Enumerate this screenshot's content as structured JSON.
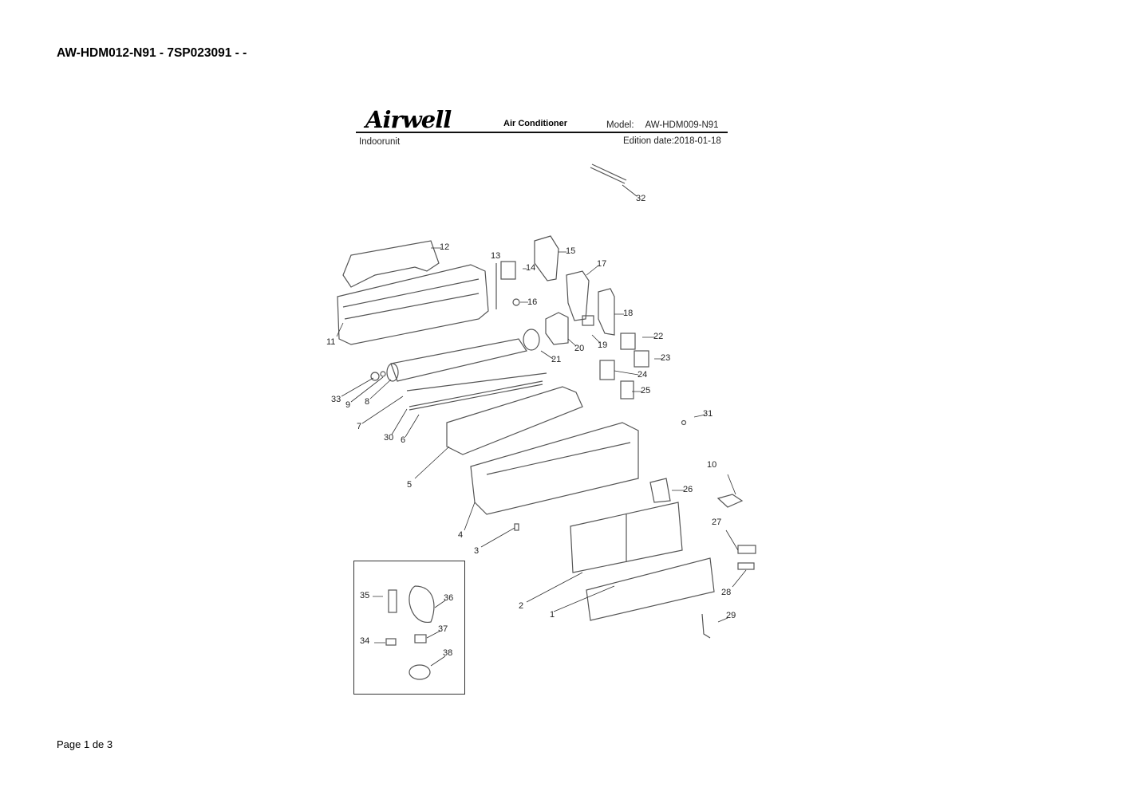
{
  "document": {
    "title": "AW-HDM012-N91 - 7SP023091 -  -",
    "page": "Page 1 de 3"
  },
  "sheet_header": {
    "logo_text": "Airwell",
    "product": "Air Conditioner",
    "model_label": "Model:",
    "model_value": "AW-HDM009-N91",
    "unit": "Indoorunit",
    "edition": "Edition date:2018-01-18"
  },
  "callouts": [
    "1",
    "2",
    "3",
    "4",
    "5",
    "6",
    "7",
    "8",
    "9",
    "10",
    "11",
    "12",
    "13",
    "14",
    "15",
    "16",
    "17",
    "18",
    "19",
    "20",
    "21",
    "22",
    "23",
    "24",
    "25",
    "26",
    "27",
    "28",
    "29",
    "30",
    "31",
    "32",
    "33",
    "34",
    "35",
    "36",
    "37",
    "38"
  ]
}
